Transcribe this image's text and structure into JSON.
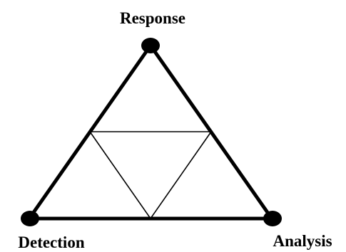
{
  "diagram": {
    "vertices": {
      "top": {
        "label": "Response"
      },
      "bottom_left": {
        "label": "Detection"
      },
      "bottom_right": {
        "label": "Analysis"
      }
    },
    "colors": {
      "stroke": "#000000",
      "background": "#ffffff"
    }
  }
}
